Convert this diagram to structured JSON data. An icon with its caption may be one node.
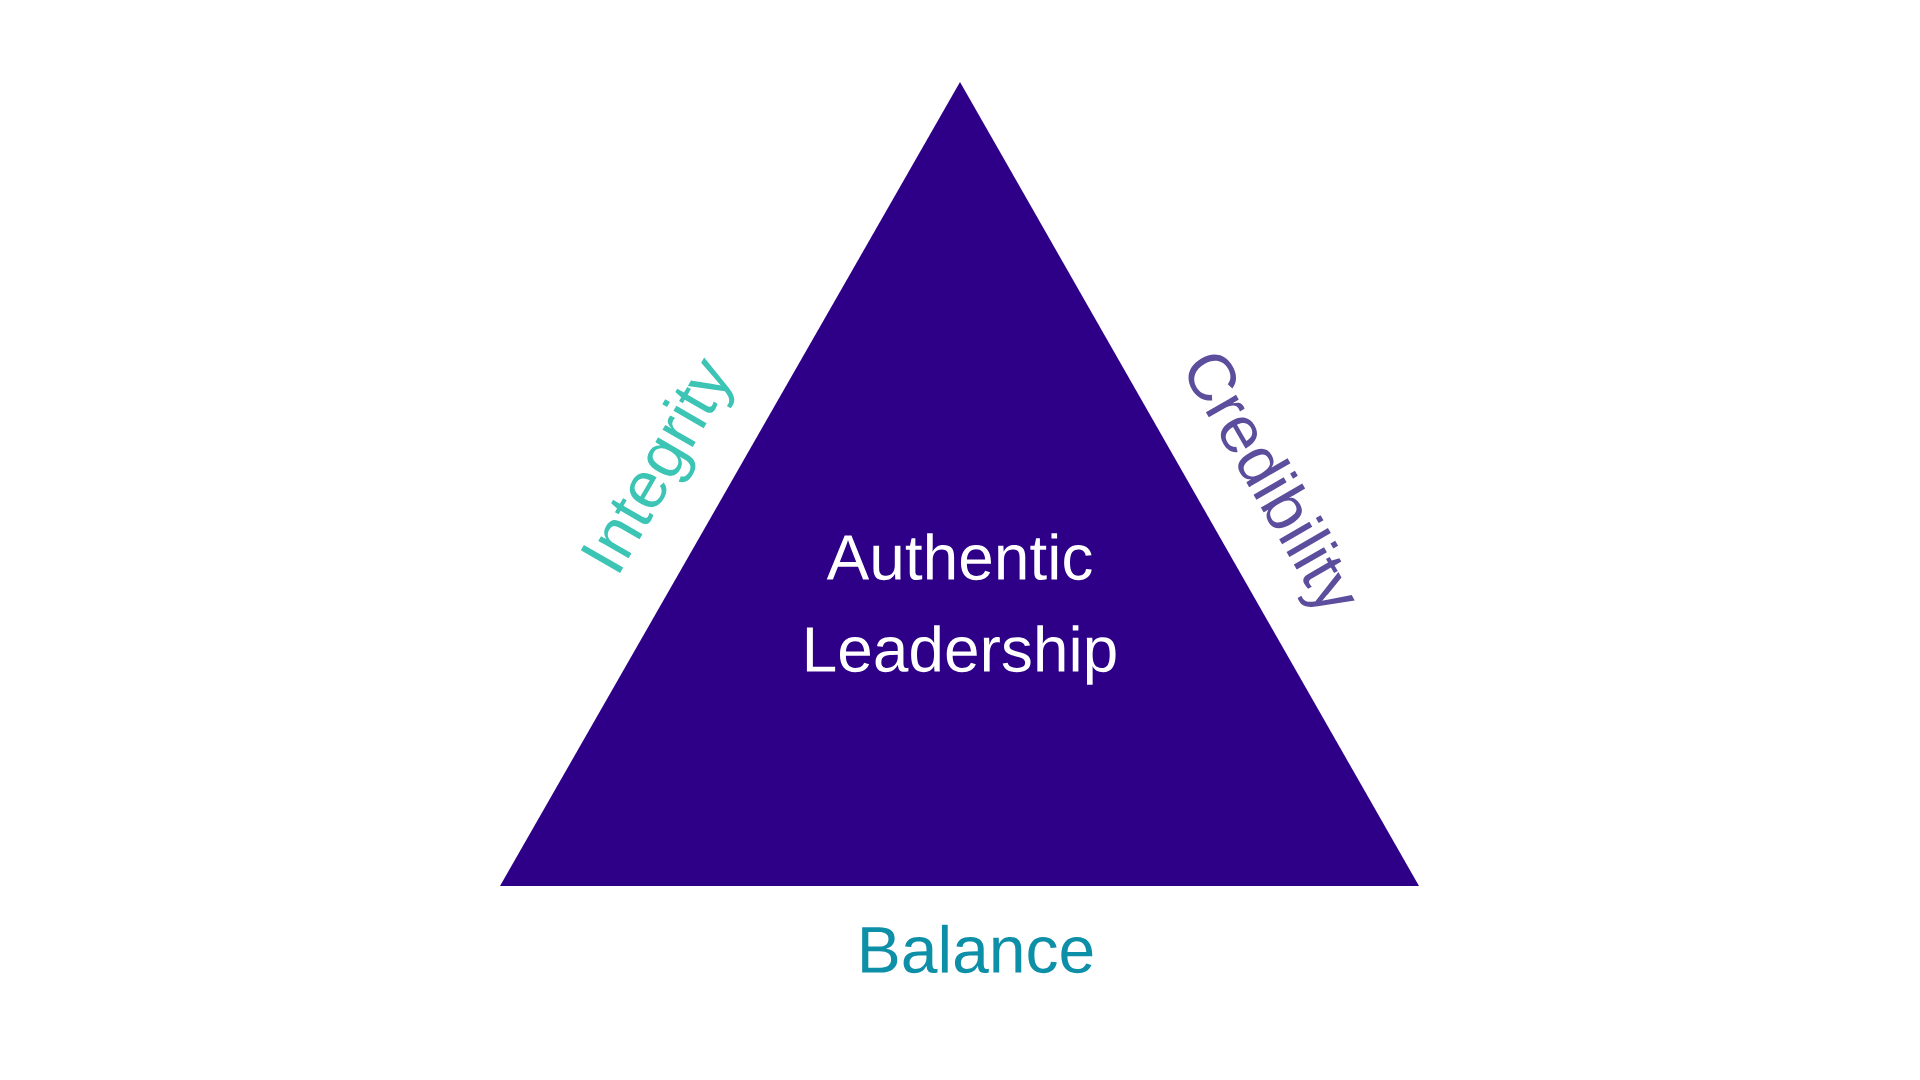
{
  "diagram": {
    "nodes": [
      {
        "text": [
          "Authentic Leadership"
        ]
      }
    ],
    "labels": [
      "Integrity",
      "Credibility",
      "Balance"
    ]
  }
}
